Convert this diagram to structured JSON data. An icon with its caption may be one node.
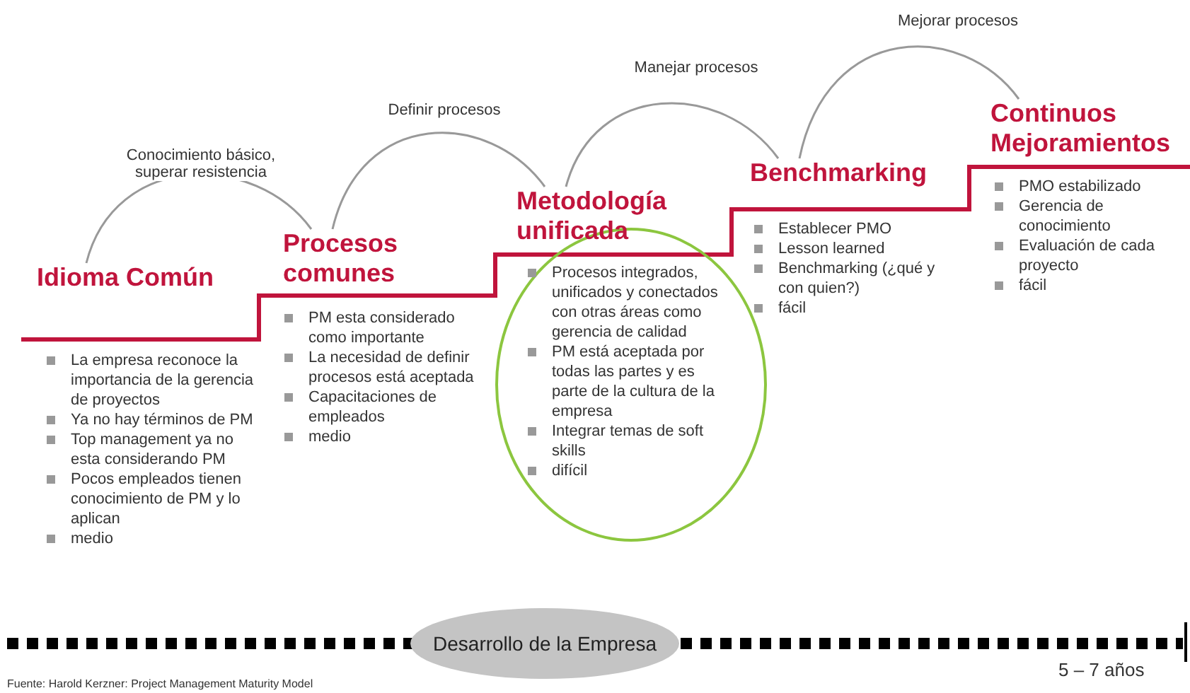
{
  "diagram": {
    "nodes": [
      {
        "text": [
          "Idioma Común"
        ],
        "beside": [
          "La empresa reconoce la importancia de la gerencia de proyectos",
          "Ya no hay términos de PM",
          "Top management ya no esta considerando PM",
          "Pocos empleados tienen conocimiento de PM y lo aplican",
          "medio"
        ]
      },
      {
        "text": [
          "Procesos comunes"
        ],
        "beside": [
          "PM esta considerado como importante",
          "La necesidad de definir procesos está aceptada",
          "Capacitaciones de empleados",
          "medio"
        ]
      },
      {
        "text": [
          "Metodología unificada"
        ],
        "beside": [
          "Procesos integrados, unificados y conectados con otras áreas como gerencia de calidad",
          "PM está aceptada por todas las partes y es parte de la cultura de la empresa",
          "Integrar temas de soft skills",
          "difícil"
        ]
      },
      {
        "text": [
          "Benchmarking"
        ],
        "beside": [
          "Establecer PMO",
          "Lesson learned",
          "Benchmarking (¿qué y con quien?)",
          "fácil"
        ]
      },
      {
        "text": [
          "Continuos Mejoramientos"
        ],
        "beside": [
          "PMO estabilizado",
          "Gerencia de conocimiento",
          "Evaluación de cada proyecto",
          "fácil"
        ]
      },
      {
        "text": [
          "Desarrollo de la Empresa"
        ]
      }
    ],
    "edges": [
      {
        "from": 0,
        "to": 1,
        "arrow": "none",
        "label": "Conocimiento básico, superar resistencia"
      },
      {
        "from": 1,
        "to": 2,
        "arrow": "none",
        "label": "Definir procesos"
      },
      {
        "from": 2,
        "to": 3,
        "arrow": "none",
        "label": "Manejar procesos"
      },
      {
        "from": 3,
        "to": 4,
        "arrow": "none",
        "label": "Mejorar procesos"
      }
    ],
    "labels": [
      "5 – 7 años",
      "Fuente: Harold Kerzner: Project Management Maturity Model"
    ]
  }
}
